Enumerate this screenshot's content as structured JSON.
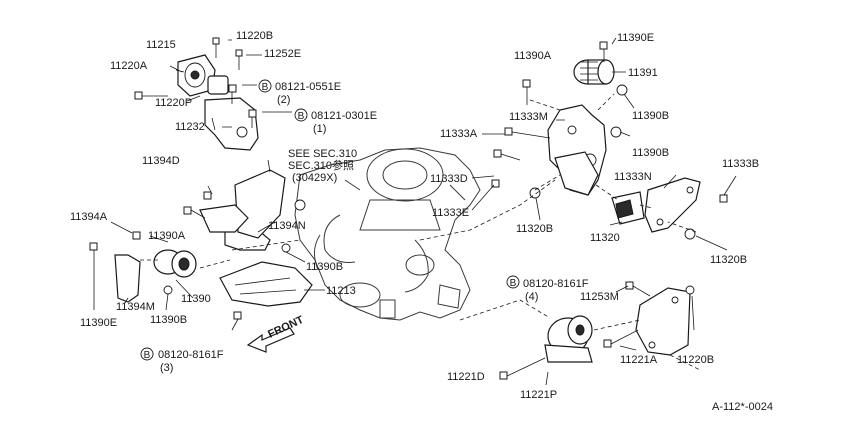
{
  "labels": {
    "p11220B_top": "11220B",
    "p11252E": "11252E",
    "p11215": "11215",
    "p11220A": "11220A",
    "p11220P": "11220P",
    "p11232": "11232",
    "b08121_0551E": "08121-0551E",
    "q2": "(2)",
    "b08121_0301E": "08121-0301E",
    "q1": "(1)",
    "see_sec_1": "SEE SEC.310",
    "see_sec_2": "SEC.310参照",
    "see_sec_3": "(30429X)",
    "p11394D": "11394D",
    "p11394A": "11394A",
    "p11390A_left": "11390A",
    "p11394N": "11394N",
    "p11390B_mid": "11390B",
    "p11213": "11213",
    "p11390E_left": "11390E",
    "p11394M": "11394M",
    "p11390": "11390",
    "p11390B_left": "11390B",
    "b08120_8161F_left": "08120-8161F",
    "q3": "(3)",
    "front": "FRONT",
    "p11390E_right": "11390E",
    "p11390A_right": "11390A",
    "p11391": "11391",
    "p11390B_right": "11390B",
    "p11333M": "11333M",
    "p11333A": "11333A",
    "p11390B_r2": "11390B",
    "p11333D": "11333D",
    "p11333B": "11333B",
    "p11333N": "11333N",
    "p11333E": "11333E",
    "p11320B_mid": "11320B",
    "p11320": "11320",
    "p11320B_right": "11320B",
    "b08120_8161F_right": "08120-8161F",
    "q4": "(4)",
    "p11253M": "11253M",
    "p11221A": "11221A",
    "p11220B_bottom": "11220B",
    "p11221D": "11221D",
    "p11221P": "11221P",
    "ref_code": "A-112*-0024",
    "circle_letter": "B"
  }
}
